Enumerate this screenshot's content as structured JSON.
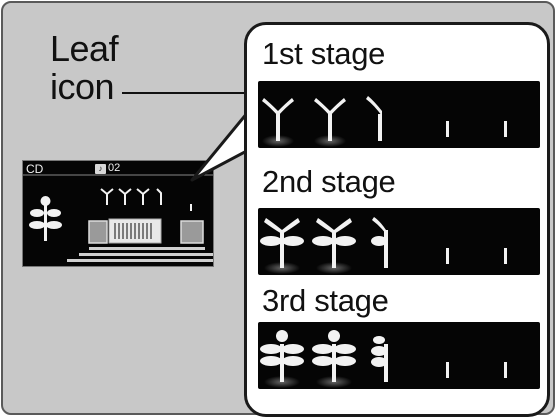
{
  "label": {
    "line1": "Leaf",
    "line2": "icon"
  },
  "stages": [
    {
      "title": "1st stage"
    },
    {
      "title": "2nd stage"
    },
    {
      "title": "3rd stage"
    }
  ],
  "screen": {
    "source": "CD",
    "track_icon": "note-icon",
    "track_number": "02"
  },
  "colors": {
    "frame_bg": "#c8c8c8",
    "panel_bg": "#ffffff",
    "display_bg": "#050505",
    "icon_white": "#f2f2f2"
  }
}
